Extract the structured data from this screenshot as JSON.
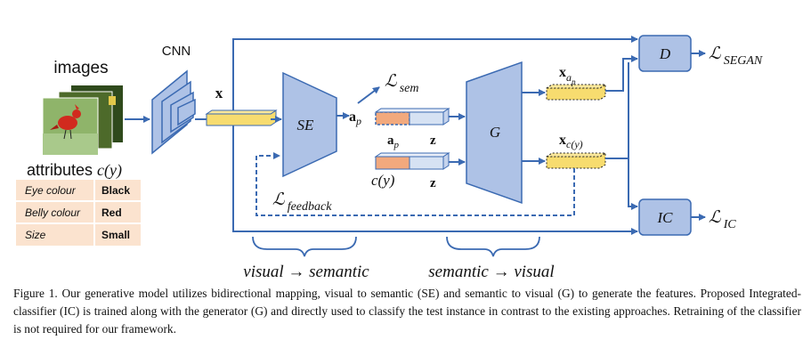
{
  "labels": {
    "images": "images",
    "cnn": "CNN",
    "x": "x",
    "se": "SE",
    "g": "G",
    "d": "D",
    "ic": "IC",
    "ap": "a",
    "ap_sub": "p",
    "z1": "z",
    "z2": "z",
    "ap_under": "a",
    "ap_under_sub": "p",
    "cy": "c(y)",
    "xap": "x",
    "xap_sub": "a",
    "xap_subsub": "p",
    "xcy": "x",
    "xcy_sub": "c(y)",
    "loss_sym": "ℒ",
    "sem_sub": "sem",
    "segan_sub": "SEGAN",
    "ic_sub": "IC",
    "feedback_sub": "feedback",
    "attributes": "attributes",
    "attributes_cy": "c(y)",
    "visual_semantic": "visual → semantic",
    "semantic_visual": "semantic → visual"
  },
  "attributes_table": [
    {
      "key": "Eye colour",
      "value": "Black"
    },
    {
      "key": "Belly colour",
      "value": "Red"
    },
    {
      "key": "Size",
      "value": "Small"
    }
  ],
  "caption": "Figure 1. Our generative model utilizes bidirectional mapping, visual to semantic (SE) and semantic to visual (G) to generate the features. Proposed Integrated-classifier (IC) is trained along with the generator (G) and directly used to classify the test instance in contrast to the existing approaches. Retraining of the classifier is not required for our framework.",
  "colors": {
    "arrow": "#3b6ab2",
    "block": "#aec2e6",
    "block_stroke": "#3b6ab2",
    "feature_yellow": "#f7dc6f",
    "attr_orange": "#f2a97d",
    "noise_blue": "#d6e2f3",
    "table_row": "#fbe3cf"
  }
}
